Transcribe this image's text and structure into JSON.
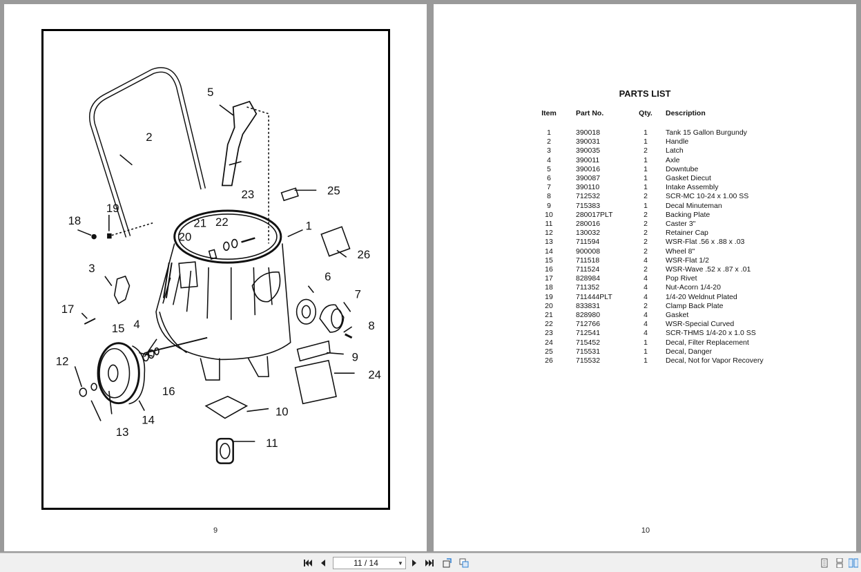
{
  "left_page": {
    "page_number": "9",
    "callouts": [
      "1",
      "2",
      "3",
      "4",
      "5",
      "6",
      "7",
      "8",
      "9",
      "10",
      "11",
      "12",
      "13",
      "14",
      "15",
      "16",
      "17",
      "18",
      "19",
      "20",
      "21",
      "22",
      "23",
      "24",
      "25",
      "26"
    ]
  },
  "right_page": {
    "page_number": "10",
    "title": "PARTS LIST",
    "columns": [
      "Item",
      "Part No.",
      "Qty.",
      "Description"
    ],
    "rows": [
      [
        "1",
        "390018",
        "1",
        "Tank 15 Gallon Burgundy"
      ],
      [
        "2",
        "390031",
        "1",
        "Handle"
      ],
      [
        "3",
        "390035",
        "2",
        "Latch"
      ],
      [
        "4",
        "390011",
        "1",
        "Axle"
      ],
      [
        "5",
        "390016",
        "1",
        "Downtube"
      ],
      [
        "6",
        "390087",
        "1",
        "Gasket Diecut"
      ],
      [
        "7",
        "390110",
        "1",
        "Intake Assembly"
      ],
      [
        "8",
        "712532",
        "2",
        "SCR-MC 10-24 x 1.00 SS"
      ],
      [
        "9",
        "715383",
        "1",
        "Decal Minuteman"
      ],
      [
        "10",
        "280017PLT",
        "2",
        "Backing Plate"
      ],
      [
        "11",
        "280016",
        "2",
        "Caster 3\""
      ],
      [
        "12",
        "130032",
        "2",
        "Retainer Cap"
      ],
      [
        "13",
        "711594",
        "2",
        "WSR-Flat .56 x .88 x .03"
      ],
      [
        "14",
        "900008",
        "2",
        "Wheel 8\""
      ],
      [
        "15",
        "711518",
        "4",
        "WSR-Flat 1/2"
      ],
      [
        "16",
        "711524",
        "2",
        "WSR-Wave .52 x .87 x .01"
      ],
      [
        "17",
        "828984",
        "4",
        "Pop Rivet"
      ],
      [
        "18",
        "711352",
        "4",
        "Nut-Acorn 1/4-20"
      ],
      [
        "19",
        "711444PLT",
        "4",
        "1/4-20 Weldnut Plated"
      ],
      [
        "20",
        "833831",
        "2",
        "Clamp Back Plate"
      ],
      [
        "21",
        "828980",
        "4",
        "Gasket"
      ],
      [
        "22",
        "712766",
        "4",
        "WSR-Special Curved"
      ],
      [
        "23",
        "712541",
        "4",
        "SCR-THMS 1/4-20 x 1.0 SS"
      ],
      [
        "24",
        "715452",
        "1",
        "Decal, Filter Replacement"
      ],
      [
        "25",
        "715531",
        "1",
        "Decal, Danger"
      ],
      [
        "26",
        "715532",
        "1",
        "Decal, Not for Vapor Recovery"
      ]
    ]
  },
  "toolbar": {
    "page_indicator": "11 / 14",
    "icons": [
      "first-page-icon",
      "prev-page-icon",
      "next-page-icon",
      "last-page-icon",
      "rotate-icon",
      "copy-icon",
      "single-page-view-icon",
      "continuous-view-icon",
      "facing-pages-view-icon"
    ]
  }
}
